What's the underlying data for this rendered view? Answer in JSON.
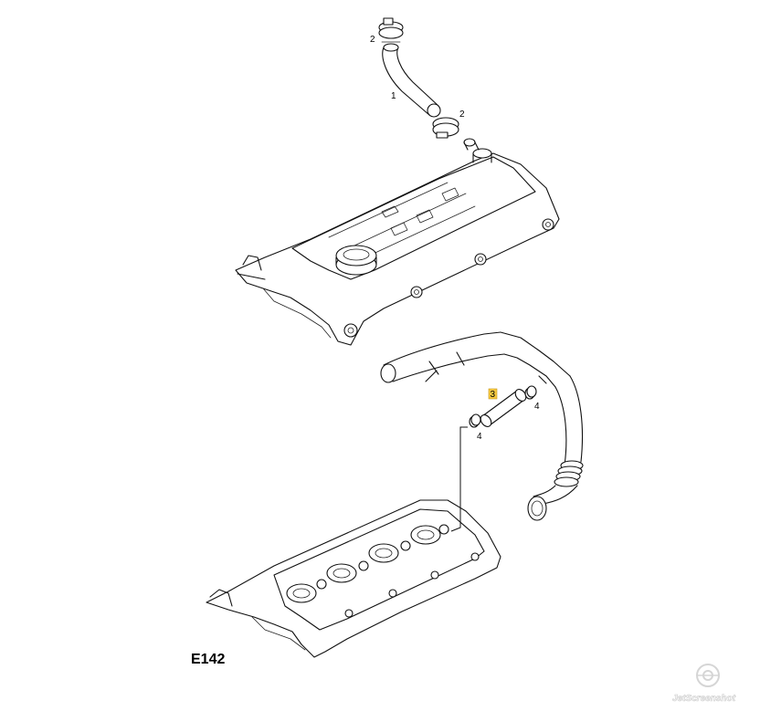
{
  "figure": {
    "code": "E142"
  },
  "callouts": {
    "hose_upper": "1",
    "clamp_top": "2",
    "clamp_bottom": "2",
    "hose_small": "3",
    "clamp_left": "4",
    "clamp_right": "4"
  },
  "highlight": {
    "part_number": "3",
    "color": "#f5c842"
  },
  "watermark": {
    "brand": "JetScreenshot"
  },
  "colors": {
    "line": "#111111",
    "background": "#ffffff"
  }
}
